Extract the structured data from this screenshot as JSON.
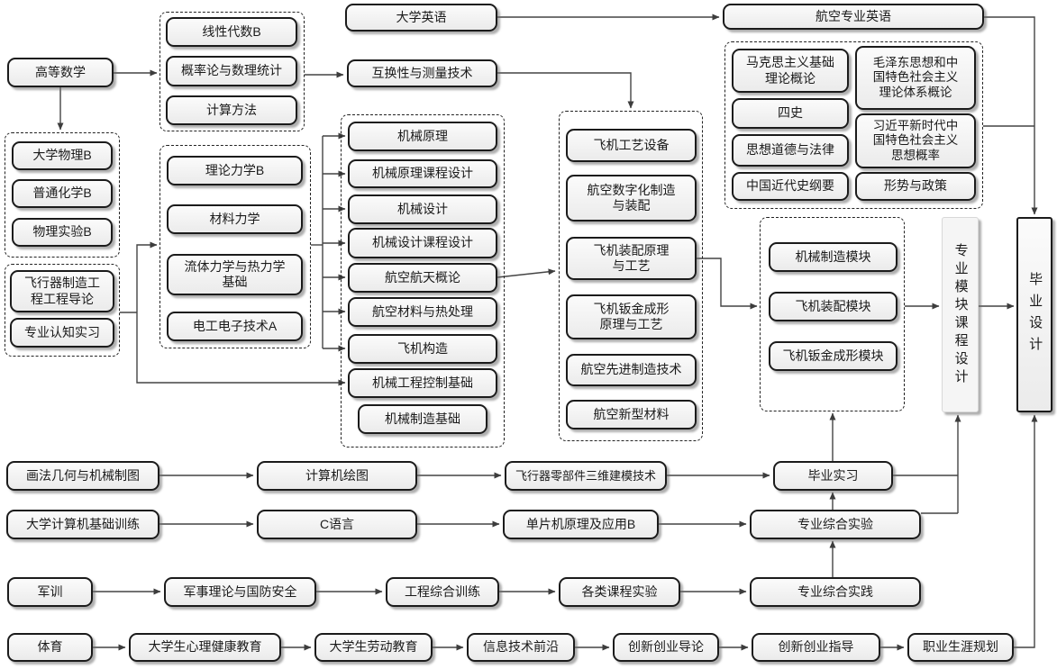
{
  "colors": {
    "background": "#ffffff",
    "box_fill": "#f2f2f2",
    "box_border": "#1b1b1b",
    "group_border": "#222222",
    "connector": "#444444"
  },
  "nodes": {
    "advanced_math": "高等数学",
    "linear_algebra": "线性代数B",
    "probability": "概率论与数理统计",
    "computational_methods": "计算方法",
    "college_english": "大学英语",
    "aviation_english": "航空专业英语",
    "interchangeability": "互换性与测量技术",
    "marxism": "马克思主义基础理论概论",
    "four_histories": "四史",
    "morality_law": "思想道德与法律",
    "modern_history": "中国近代史纲要",
    "mao_thought": "毛泽东思想和中国特色社会主义理论体系概论",
    "xi_thought": "习近平新时代中国特色社会主义思想概率",
    "situation_policy": "形势与政策",
    "college_physics": "大学物理B",
    "general_chemistry": "普通化学B",
    "physics_experiment": "物理实验B",
    "aircraft_mfg_intro": "飞行器制造工程工程导论",
    "cognition_practice": "专业认知实习",
    "theoretical_mechanics": "理论力学B",
    "material_mechanics": "材料力学",
    "fluid_thermo": "流体力学与热力学基础",
    "electrical_electronics": "电工电子技术A",
    "mechanism": "机械原理",
    "mechanism_course_design": "机械原理课程设计",
    "machine_design": "机械设计",
    "machine_design_course": "机械设计课程设计",
    "aerospace_intro": "航空航天概论",
    "aviation_materials": "航空材料与热处理",
    "aircraft_structure": "飞机构造",
    "control_basics": "机械工程控制基础",
    "mfg_basics": "机械制造基础",
    "process_equipment": "飞机工艺设备",
    "digital_mfg": "航空数字化制造与装配",
    "assembly_principle": "飞机装配原理与工艺",
    "sheet_metal_forming": "飞机钣金成形原理与工艺",
    "advanced_mfg": "航空先进制造技术",
    "new_materials": "航空新型材料",
    "mfg_module": "机械制造模块",
    "assembly_module": "飞机装配模块",
    "sheet_metal_module": "飞机钣金成形模块",
    "module_course_design": "专业模块课程设计",
    "graduation_design": "毕业设计",
    "descriptive_geometry": "画法几何与机械制图",
    "computer_graphics": "计算机绘图",
    "modeling_3d": "飞行器零部件三维建模技术",
    "graduation_internship": "毕业实习",
    "computer_basics": "大学计算机基础训练",
    "c_language": "C语言",
    "mcu": "单片机原理及应用B",
    "comprehensive_experiment": "专业综合实验",
    "military_training": "军训",
    "military_theory": "军事理论与国防安全",
    "engineering_training": "工程综合训练",
    "course_experiments": "各类课程实验",
    "comprehensive_practice": "专业综合实践",
    "physical_education": "体育",
    "mental_health": "大学生心理健康教育",
    "labor_education": "大学生劳动教育",
    "it_frontiers": "信息技术前沿",
    "innovation_intro": "创新创业导论",
    "innovation_guidance": "创新创业指导",
    "career_planning": "职业生涯规划"
  }
}
